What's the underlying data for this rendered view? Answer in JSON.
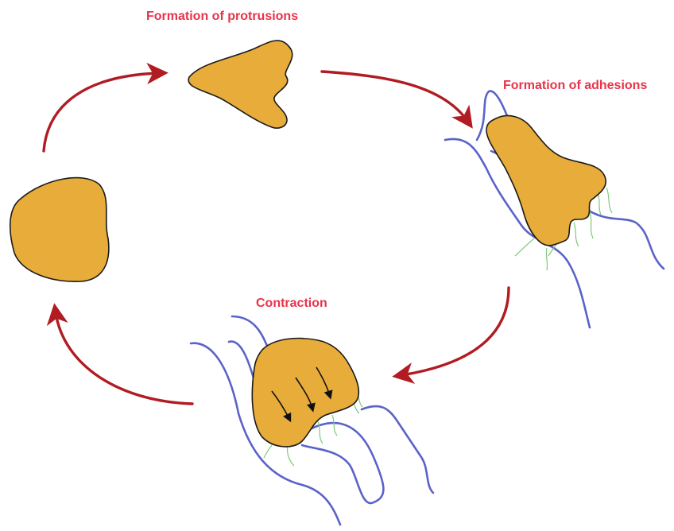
{
  "colors": {
    "cell_fill": "#e8ac3a",
    "cell_outline": "#1a1a1a",
    "fiber": "#5b63c9",
    "adhesion": "#7fc97a",
    "cycle_arrow": "#b01c22",
    "label_text": "#e8334a",
    "force_arrow": "#111111"
  },
  "labels": {
    "protrusions": "Formation of protrusions",
    "adhesions": "Formation of adhesions",
    "contraction": "Contraction"
  },
  "stages": [
    {
      "id": "rounded-cell",
      "label": ""
    },
    {
      "id": "protrusions",
      "label": "Formation of protrusions"
    },
    {
      "id": "adhesions",
      "label": "Formation of adhesions"
    },
    {
      "id": "contraction",
      "label": "Contraction"
    }
  ],
  "icons": {
    "cycle_arrow": "curved-arrow-icon",
    "force_arrow": "arrow-down-icon"
  }
}
